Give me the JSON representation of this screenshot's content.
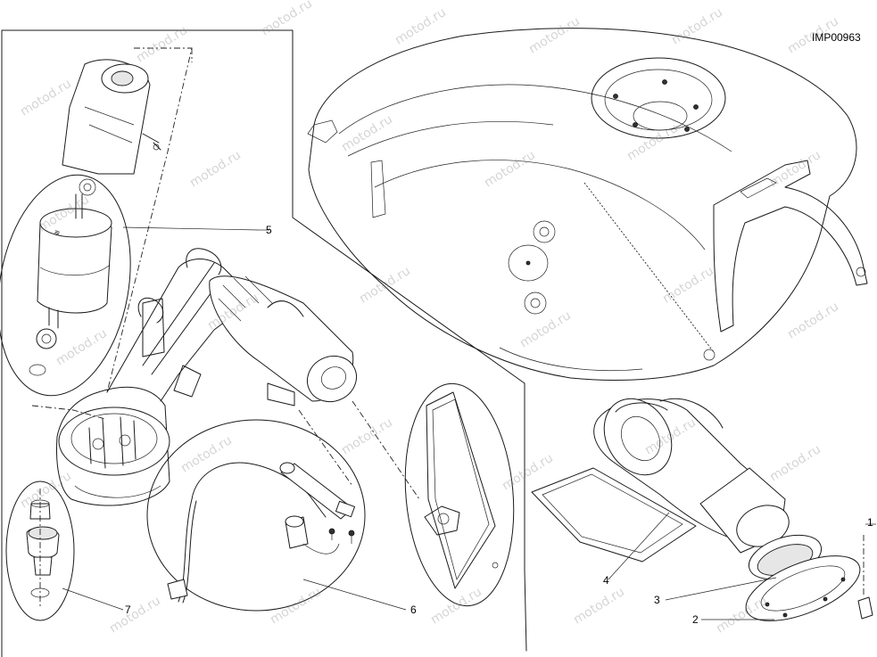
{
  "diagram": {
    "code": "IMP00963",
    "watermark": "motod.ru",
    "callouts": [
      "1",
      "2",
      "3",
      "4",
      "5",
      "6",
      "7"
    ]
  }
}
